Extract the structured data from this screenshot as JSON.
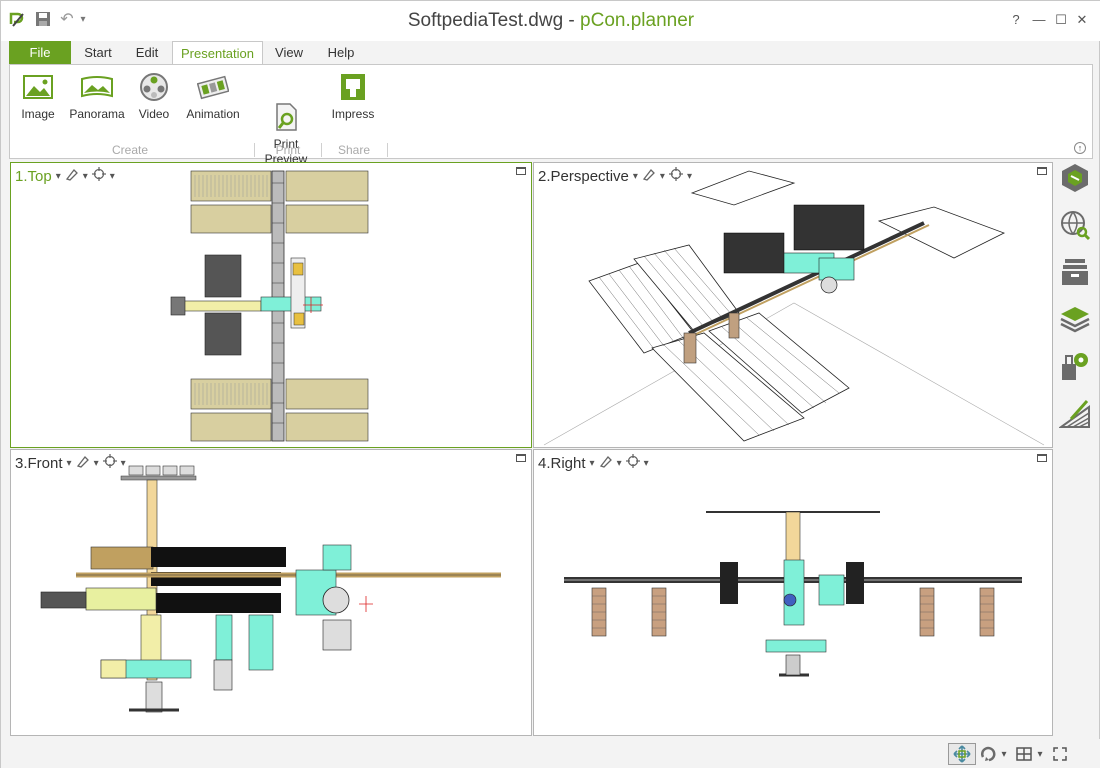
{
  "window": {
    "file_name": "SoftpediaTest.dwg",
    "separator": " - ",
    "app_name": "pCon.planner",
    "help": "?",
    "minimize": "—",
    "maximize": "☐",
    "close": "✕"
  },
  "quick_access": {
    "undo": "↶",
    "dropdown": "▾"
  },
  "tabs": [
    {
      "label": "File"
    },
    {
      "label": "Start"
    },
    {
      "label": "Edit"
    },
    {
      "label": "Presentation"
    },
    {
      "label": "View"
    },
    {
      "label": "Help"
    }
  ],
  "ribbon": {
    "buttons": [
      {
        "label": "Image",
        "icon": "image-icon"
      },
      {
        "label": "Panorama",
        "icon": "panorama-icon"
      },
      {
        "label": "Video",
        "icon": "video-icon"
      },
      {
        "label": "Animation",
        "icon": "animation-icon"
      },
      {
        "label": "Print\nPreview",
        "icon": "print-preview-icon"
      },
      {
        "label": "Impress",
        "icon": "impress-icon"
      }
    ],
    "groups": [
      "Create",
      "Print",
      "Share"
    ]
  },
  "viewports": [
    {
      "label": "1.Top",
      "active": true
    },
    {
      "label": "2.Perspective",
      "active": false
    },
    {
      "label": "3.Front",
      "active": false
    },
    {
      "label": "4.Right",
      "active": false
    }
  ],
  "viewport_controls": {
    "caret": "▾"
  },
  "colors": {
    "accent": "#6aa121",
    "module": "#7ff0d8",
    "panel": "#d8cfa0",
    "truss": "#c0a060",
    "icon_gray": "#6b6b6b"
  },
  "right_toolbar": [
    "configure-icon",
    "catalog-search-icon",
    "storage-icon",
    "layers-icon",
    "settings-icon",
    "draw-icon"
  ],
  "status_bar": [
    "move-view-icon",
    "orbit-icon",
    "layout-icon",
    "fullscreen-icon"
  ]
}
